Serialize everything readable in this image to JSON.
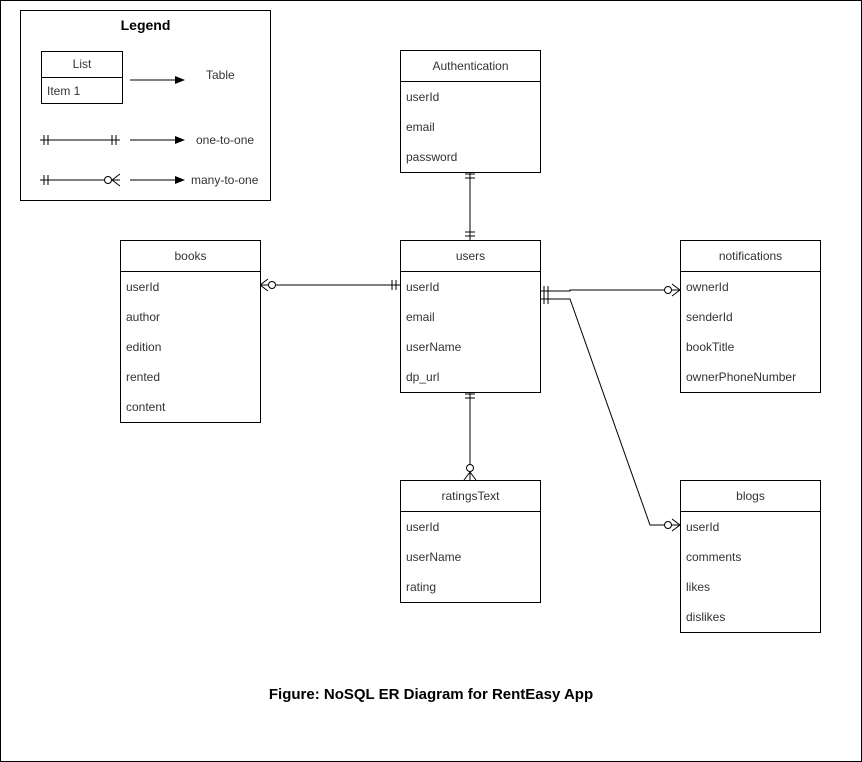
{
  "legend": {
    "title": "Legend",
    "sample_list_header": "List",
    "sample_list_item": "Item 1",
    "table_label": "Table",
    "one_to_one_label": "one-to-one",
    "many_to_one_label": "many-to-one"
  },
  "entities": {
    "authentication": {
      "title": "Authentication",
      "fields": [
        "userId",
        "email",
        "password"
      ]
    },
    "users": {
      "title": "users",
      "fields": [
        "userId",
        "email",
        "userName",
        "dp_url"
      ]
    },
    "books": {
      "title": "books",
      "fields": [
        "userId",
        "author",
        "edition",
        "rented",
        "content"
      ]
    },
    "notifications": {
      "title": "notifications",
      "fields": [
        "ownerId",
        "senderId",
        "bookTitle",
        "ownerPhoneNumber"
      ]
    },
    "ratings": {
      "title": "ratingsText",
      "fields": [
        "userId",
        "userName",
        "rating"
      ]
    },
    "blogs": {
      "title": "blogs",
      "fields": [
        "userId",
        "comments",
        "likes",
        "dislikes"
      ]
    }
  },
  "relationships": [
    {
      "from": "authentication",
      "to": "users",
      "type": "one-to-one"
    },
    {
      "from": "books",
      "to": "users",
      "type": "many-to-one"
    },
    {
      "from": "notifications",
      "to": "users",
      "type": "many-to-one"
    },
    {
      "from": "ratings",
      "to": "users",
      "type": "many-to-one"
    },
    {
      "from": "blogs",
      "to": "users",
      "type": "many-to-one"
    }
  ],
  "caption": "Figure: NoSQL ER Diagram for RentEasy App"
}
